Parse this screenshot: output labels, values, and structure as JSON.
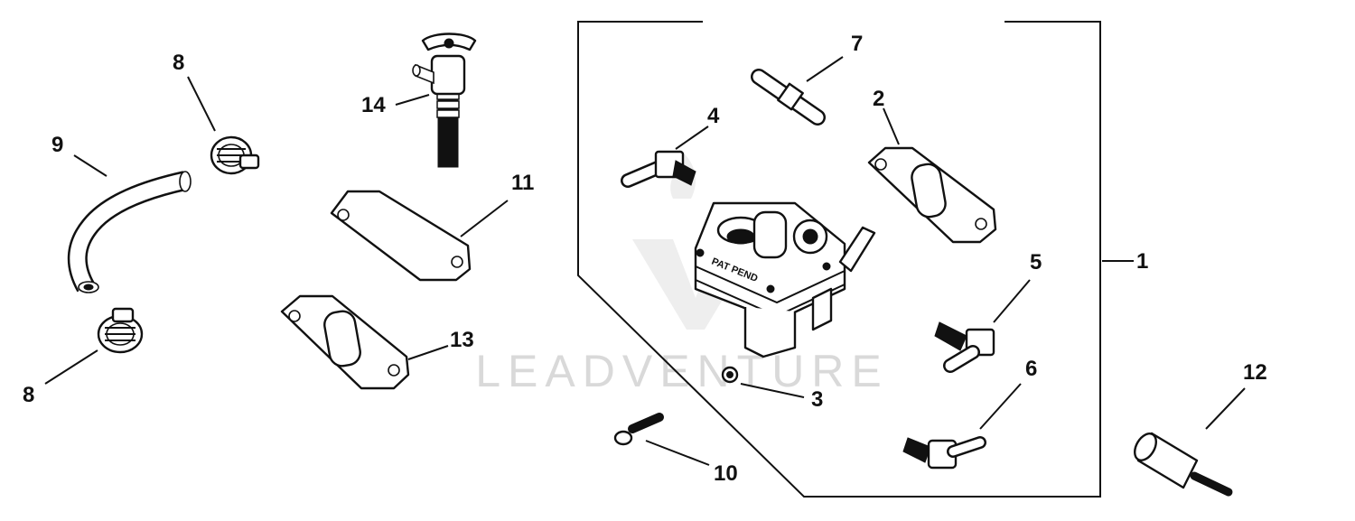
{
  "watermark": {
    "text": "LEADVENTURE",
    "color": "#d9d9d9"
  },
  "parts": [
    {
      "id": "part-1",
      "label": "1"
    },
    {
      "id": "part-2",
      "label": "2"
    },
    {
      "id": "part-3",
      "label": "3"
    },
    {
      "id": "part-4",
      "label": "4"
    },
    {
      "id": "part-5",
      "label": "5"
    },
    {
      "id": "part-6",
      "label": "6"
    },
    {
      "id": "part-7",
      "label": "7"
    },
    {
      "id": "part-8a",
      "label": "8"
    },
    {
      "id": "part-8b",
      "label": "8"
    },
    {
      "id": "part-9",
      "label": "9"
    },
    {
      "id": "part-10",
      "label": "10"
    },
    {
      "id": "part-11",
      "label": "11"
    },
    {
      "id": "part-12",
      "label": "12"
    },
    {
      "id": "part-13",
      "label": "13"
    },
    {
      "id": "part-14",
      "label": "14"
    }
  ],
  "pump_stamp": "PAT PEND"
}
